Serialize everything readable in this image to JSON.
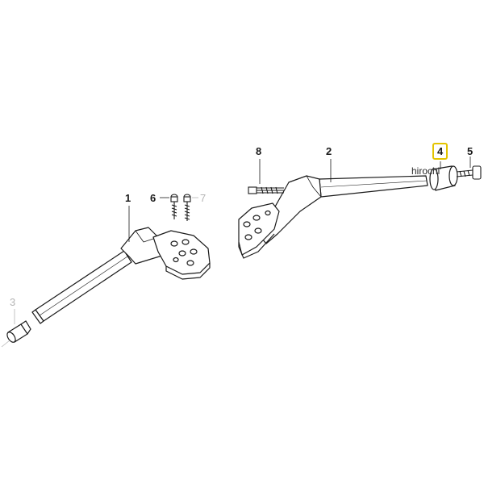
{
  "diagram": {
    "callouts": [
      {
        "id": "c1",
        "label": "1"
      },
      {
        "id": "c2",
        "label": "2"
      },
      {
        "id": "c3",
        "label": "3"
      },
      {
        "id": "c4",
        "label": "4"
      },
      {
        "id": "c5",
        "label": "5"
      },
      {
        "id": "c6",
        "label": "6"
      },
      {
        "id": "c7",
        "label": "7"
      },
      {
        "id": "c8",
        "label": "8"
      }
    ],
    "highlighted_part": "4",
    "highlight_color": "#e3c400",
    "line_color": "#1a1a1a",
    "faded_color": "#b4b4b4",
    "watermark": "hirochi"
  }
}
